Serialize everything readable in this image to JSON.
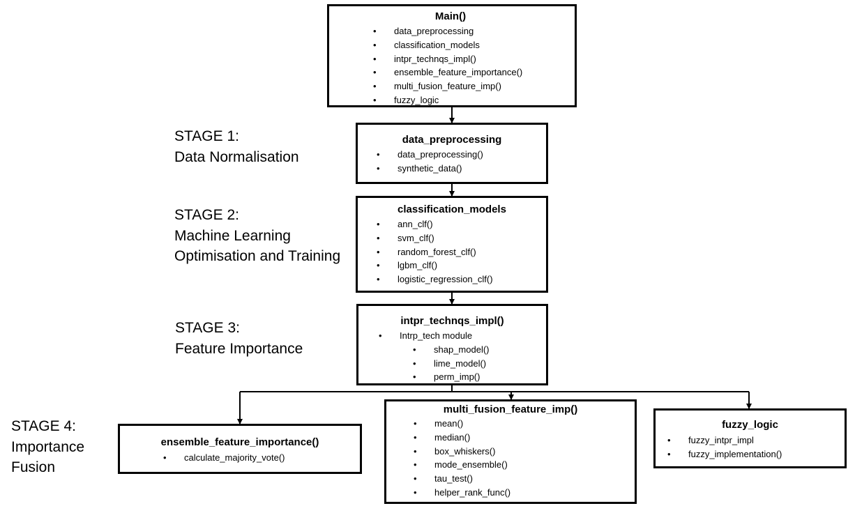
{
  "boxes": {
    "main": {
      "title": "Main()",
      "items": [
        "data_preprocessing",
        "classification_models",
        "intpr_technqs_impl()",
        "ensemble_feature_importance()",
        "multi_fusion_feature_imp()",
        "fuzzy_logic"
      ]
    },
    "data_preprocessing": {
      "title": "data_preprocessing",
      "items": [
        "data_preprocessing()",
        "synthetic_data()"
      ]
    },
    "classification_models": {
      "title": "classification_models",
      "items": [
        "ann_clf()",
        "svm_clf()",
        "random_forest_clf()",
        "lgbm_clf()",
        "logistic_regression_clf()"
      ]
    },
    "intpr_technqs_impl": {
      "title": "intpr_technqs_impl()",
      "module": "Intrp_tech module",
      "items": [
        "shap_model()",
        "lime_model()",
        "perm_imp()"
      ]
    },
    "ensemble_feature_importance": {
      "title": "ensemble_feature_importance()",
      "items": [
        "calculate_majority_vote()"
      ]
    },
    "multi_fusion_feature_imp": {
      "title": "multi_fusion_feature_imp()",
      "items": [
        "mean()",
        "median()",
        "box_whiskers()",
        "mode_ensemble()",
        "tau_test()",
        "helper_rank_func()"
      ]
    },
    "fuzzy_logic": {
      "title": "fuzzy_logic",
      "items": [
        "fuzzy_intpr_impl",
        "fuzzy_implementation()"
      ]
    }
  },
  "stages": {
    "stage1": [
      "STAGE 1:",
      "Data Normalisation"
    ],
    "stage2": [
      "STAGE 2:",
      "Machine Learning",
      "Optimisation and Training"
    ],
    "stage3": [
      "STAGE 3:",
      "Feature Importance"
    ],
    "stage4": [
      "STAGE 4:",
      "Importance",
      "Fusion"
    ]
  }
}
